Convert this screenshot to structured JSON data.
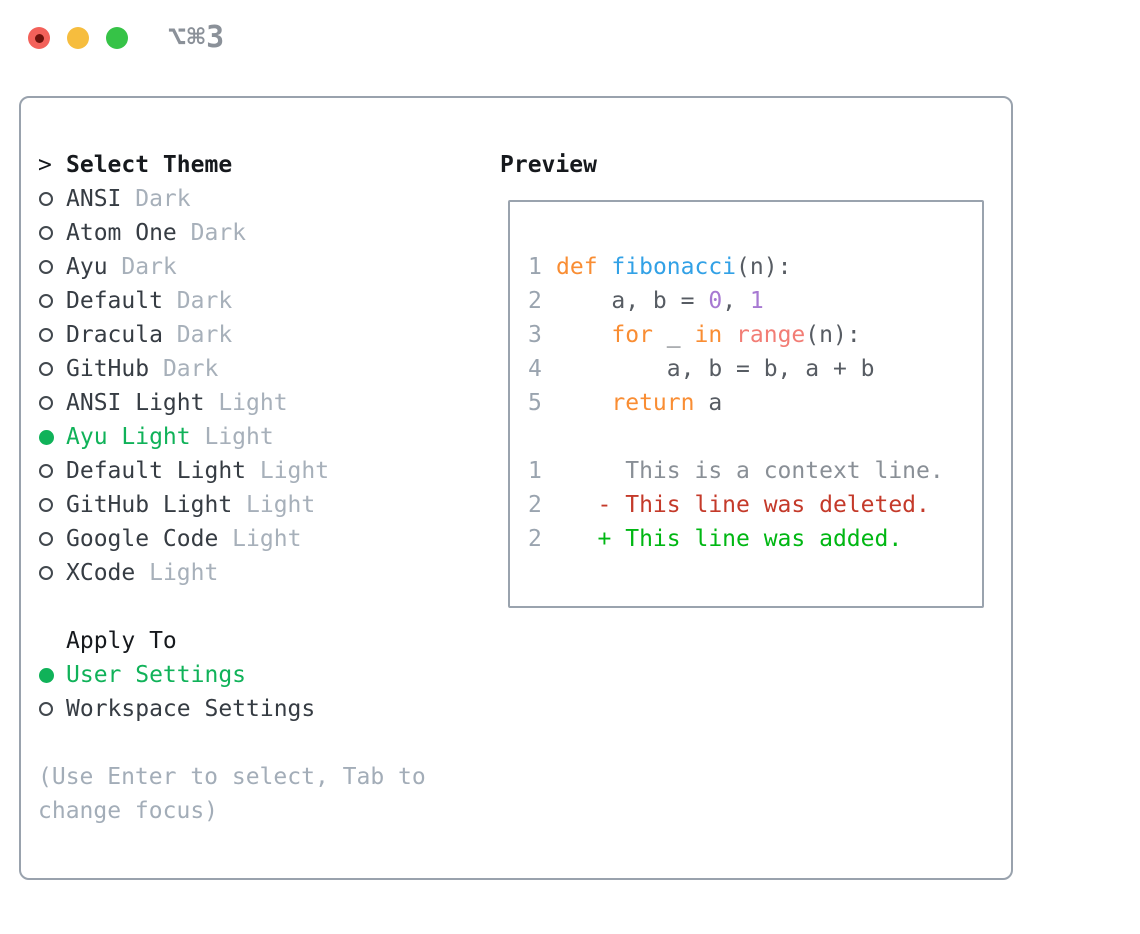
{
  "window": {
    "title": "⌥⌘3"
  },
  "theme_picker": {
    "header": {
      "prompt": ">",
      "label": "Select Theme"
    },
    "themes": [
      {
        "name": "ANSI",
        "variant": "Dark",
        "selected": false
      },
      {
        "name": "Atom One",
        "variant": "Dark",
        "selected": false
      },
      {
        "name": "Ayu",
        "variant": "Dark",
        "selected": false
      },
      {
        "name": "Default",
        "variant": "Dark",
        "selected": false
      },
      {
        "name": "Dracula",
        "variant": "Dark",
        "selected": false
      },
      {
        "name": "GitHub",
        "variant": "Dark",
        "selected": false
      },
      {
        "name": "ANSI Light",
        "variant": "Light",
        "selected": false
      },
      {
        "name": "Ayu Light",
        "variant": "Light",
        "selected": true
      },
      {
        "name": "Default Light",
        "variant": "Light",
        "selected": false
      },
      {
        "name": "GitHub Light",
        "variant": "Light",
        "selected": false
      },
      {
        "name": "Google Code",
        "variant": "Light",
        "selected": false
      },
      {
        "name": "XCode",
        "variant": "Light",
        "selected": false
      }
    ],
    "apply_to": {
      "label": "Apply To",
      "options": [
        {
          "label": "User Settings",
          "selected": true
        },
        {
          "label": "Workspace Settings",
          "selected": false
        }
      ]
    },
    "hint_lines": [
      "(Use Enter to select, Tab to",
      "change focus)"
    ]
  },
  "preview": {
    "label": "Preview",
    "code_lines": [
      {
        "num": "1",
        "segments": [
          [
            "def",
            "kw"
          ],
          [
            " ",
            "fg"
          ],
          [
            "fibonacci",
            "fn"
          ],
          [
            "(n):",
            "fg"
          ]
        ]
      },
      {
        "num": "2",
        "segments": [
          [
            "    a, b = ",
            "fg"
          ],
          [
            "0",
            "num"
          ],
          [
            ", ",
            "fg"
          ],
          [
            "1",
            "num"
          ]
        ]
      },
      {
        "num": "3",
        "segments": [
          [
            "    ",
            "fg"
          ],
          [
            "for",
            "kw"
          ],
          [
            " _ ",
            "fg"
          ],
          [
            "in",
            "kw"
          ],
          [
            " ",
            "fg"
          ],
          [
            "range",
            "call"
          ],
          [
            "(n):",
            "fg"
          ]
        ]
      },
      {
        "num": "4",
        "segments": [
          [
            "        a, b = b, a + b",
            "fg"
          ]
        ]
      },
      {
        "num": "5",
        "segments": [
          [
            "    ",
            "fg"
          ],
          [
            "return",
            "kw"
          ],
          [
            " a",
            "fg"
          ]
        ]
      }
    ],
    "diff_lines": [
      {
        "num": "1",
        "text": "     This is a context line.",
        "kind": "context"
      },
      {
        "num": "2",
        "text": "   - This line was deleted.",
        "kind": "deleted"
      },
      {
        "num": "2",
        "text": "   + This line was added.",
        "kind": "added"
      }
    ]
  },
  "colors": {
    "title_gray": "#8b9199",
    "panel_border": "#99a2ad",
    "box_border": "#9aa3ae",
    "heading": "#16191d",
    "item_name": "#363c43",
    "variant": "#a7b0ba",
    "selected_green": "#10b259",
    "radio_outline": "#42484e",
    "hint": "#a3adb8",
    "line_number": "#9aa4af",
    "code_fg": "#575c63",
    "keyword": "#f98d33",
    "function": "#32a1e6",
    "number": "#a779d2",
    "call": "#f27d75",
    "context": "#898f96",
    "deleted": "#c43a2a",
    "added": "#00b713",
    "light_red": "#f3615a",
    "light_red_dot": "#6d120c",
    "light_yellow": "#f6bd3e",
    "light_green": "#36c347"
  }
}
